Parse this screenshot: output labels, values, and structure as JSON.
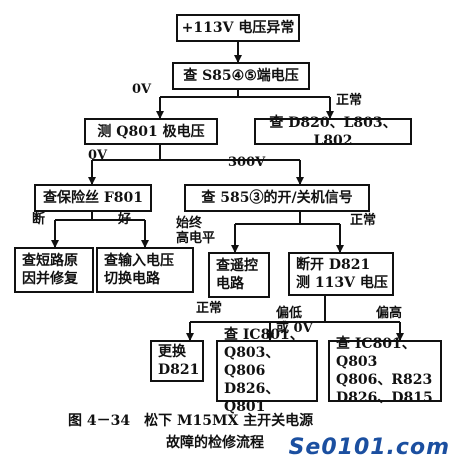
{
  "boxes": {
    "start": "+113V 电压异常",
    "check_s85": "查 S85④⑤端电压",
    "check_d820": "查 D820、L803、L802",
    "measure_q801": "测 Q801 极电压",
    "check_fuse": "查保险丝 F801",
    "check_585": "查 585③的开/关机信号",
    "check_short": "查短路原\n因并修复",
    "check_input": "查输入电压\n切换电路",
    "check_remote": "查遥控\n电路",
    "disconnect_d821": "断开 D821\n测 113V 电压",
    "replace_d821": "更换\nD821",
    "check_ic801_low": "查 IC801、\nQ803、Q806\nD826、Q801",
    "check_ic801_high": "查 IC801、Q803\nQ806、R823\nD826、D815"
  },
  "labels": {
    "zero_v_top": "0V",
    "normal_top": "正常",
    "zero_v_mid": "0V",
    "v300": "300V",
    "broken": "断",
    "good": "好",
    "always_high": "始终\n高电平",
    "normal_mid": "正常",
    "normal_bottom": "正常",
    "low_or_0v": "偏低\n或 0V",
    "high": "偏高"
  },
  "caption": {
    "line1": "图 4－34　松下 M15MX 主开关电源",
    "line2": "故障的检修流程"
  },
  "watermark": "Se0101.com"
}
